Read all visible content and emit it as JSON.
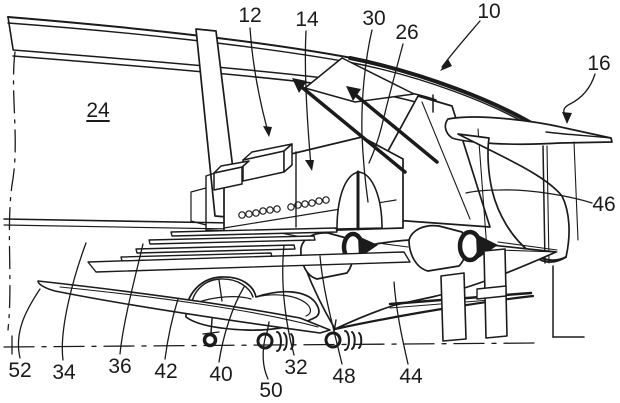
{
  "figure": {
    "kind": "patent-line-drawing",
    "background": "#ffffff",
    "ink": "#1b1b1b"
  },
  "labels": {
    "n10": {
      "text": "10"
    },
    "n12": {
      "text": "12"
    },
    "n14": {
      "text": "14"
    },
    "n16": {
      "text": "16"
    },
    "n24": {
      "text": "24"
    },
    "n26": {
      "text": "26"
    },
    "n30": {
      "text": "30"
    },
    "n32": {
      "text": "32"
    },
    "n34": {
      "text": "34"
    },
    "n36": {
      "text": "36"
    },
    "n40": {
      "text": "40"
    },
    "n42": {
      "text": "42"
    },
    "n44": {
      "text": "44"
    },
    "n46": {
      "text": "46"
    },
    "n48": {
      "text": "48"
    },
    "n50": {
      "text": "50"
    },
    "n52": {
      "text": "52"
    }
  }
}
